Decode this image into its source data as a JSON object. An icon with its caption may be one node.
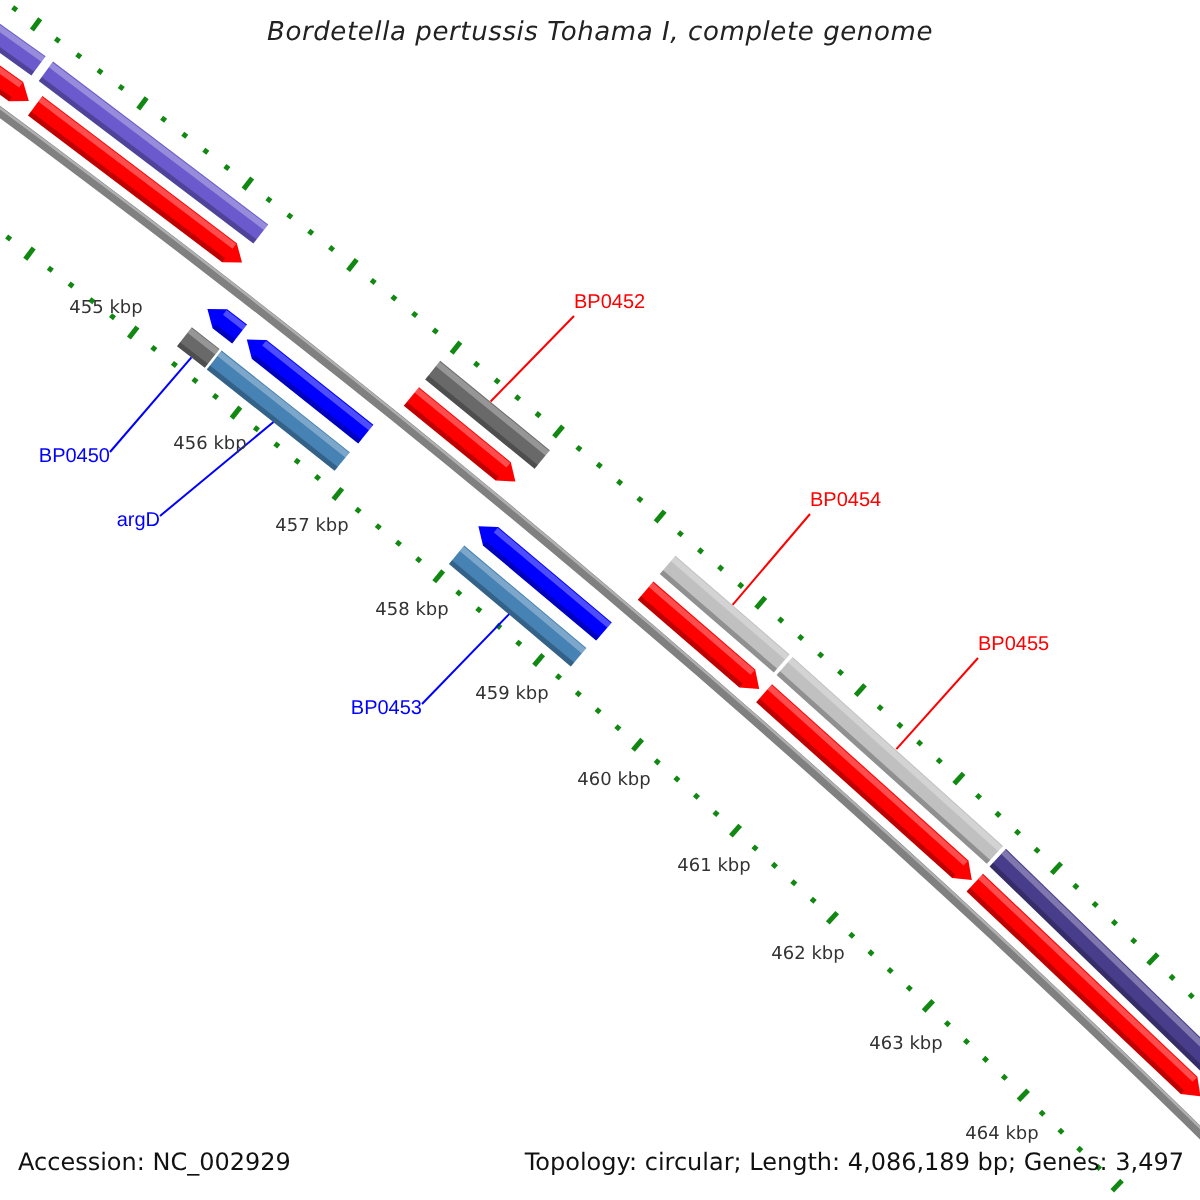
{
  "diagram": {
    "title": "Bordetella pertussis Tohama I, complete genome",
    "nodes": [
      {
        "text": [
          "BP0450"
        ]
      },
      {
        "text": [],
        "shape": "bar"
      },
      {
        "text": [
          "argD"
        ]
      },
      {
        "text": [],
        "shape": "bar"
      },
      {
        "text": [
          "BP0452"
        ]
      },
      {
        "text": [],
        "shape": "bar"
      },
      {
        "text": [
          "BP0453"
        ]
      },
      {
        "text": [],
        "shape": "bar"
      },
      {
        "text": [
          "BP0454"
        ]
      },
      {
        "text": [],
        "shape": "bar"
      },
      {
        "text": [
          "BP0455"
        ]
      },
      {
        "text": [],
        "shape": "bar"
      }
    ],
    "edges": [
      {
        "from": 0,
        "to": 1,
        "arrow": "none",
        "color": "#0000ff"
      },
      {
        "from": 2,
        "to": 3,
        "arrow": "none",
        "color": "#0000ff"
      },
      {
        "from": 4,
        "to": 5,
        "arrow": "none",
        "color": "#ff0000"
      },
      {
        "from": 6,
        "to": 7,
        "arrow": "none",
        "color": "#0000ff"
      },
      {
        "from": 8,
        "to": 9,
        "arrow": "none",
        "color": "#ff0000"
      },
      {
        "from": 10,
        "to": 11,
        "arrow": "none",
        "color": "#ff0000"
      }
    ],
    "labels": [
      "455 kbp",
      "456 kbp",
      "457 kbp",
      "458 kbp",
      "459 kbp",
      "460 kbp",
      "461 kbp",
      "462 kbp",
      "463 kbp",
      "464 kbp",
      "Accession: NC_002929",
      "Topology: circular; Length: 4,086,189 bp; Genes: 3,497"
    ]
  }
}
